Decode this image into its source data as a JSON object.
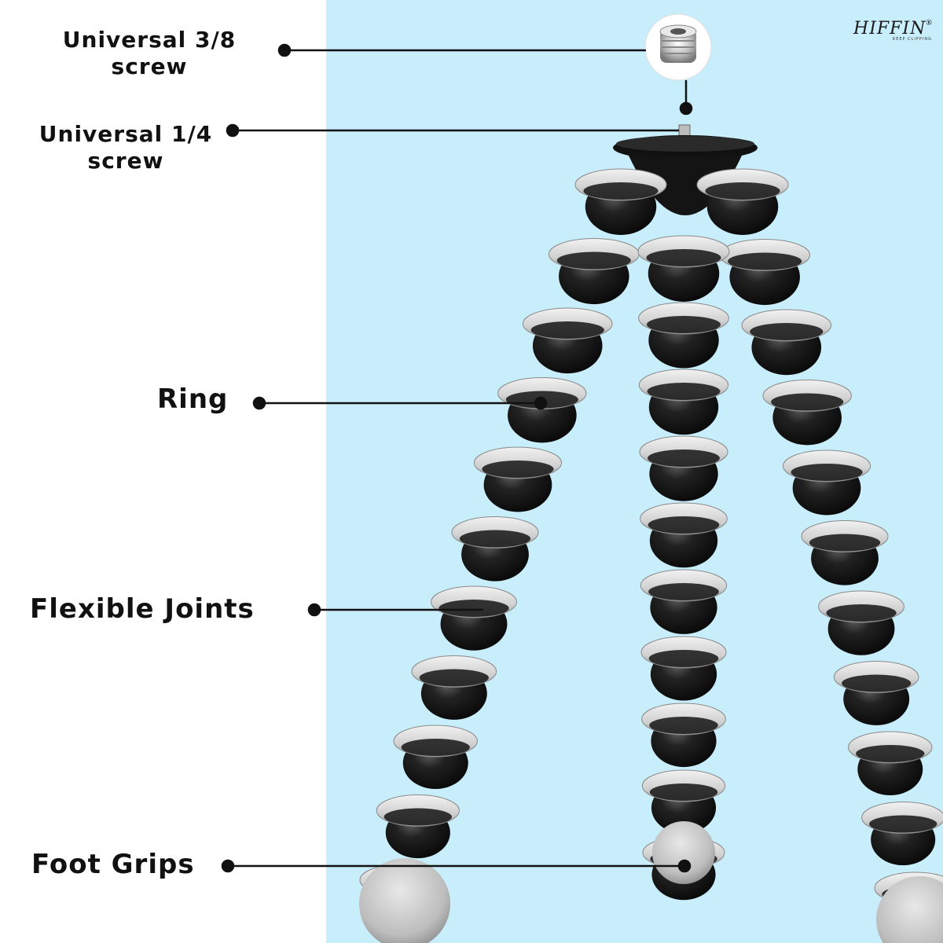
{
  "brand": {
    "name": "HIFFIN",
    "reg_mark": "®",
    "tagline": "KEEP CLIPPING"
  },
  "callouts": {
    "screw_38": {
      "line1": "Universal 3/8",
      "line2": "screw"
    },
    "screw_14": {
      "line1": "Universal 1/4",
      "line2": "screw"
    },
    "ring": "Ring",
    "flexible_joints": "Flexible Joints",
    "foot_grips": "Foot Grips"
  },
  "colors": {
    "background_left": "#ffffff",
    "background_right": "#c8eefb",
    "joint_black": "#151515",
    "ring_grey": "#d4d4d4",
    "callout_line": "#111111"
  },
  "icons": [
    "screw-adapter-icon",
    "tripod-mount-plate",
    "flexible-tripod-legs"
  ]
}
